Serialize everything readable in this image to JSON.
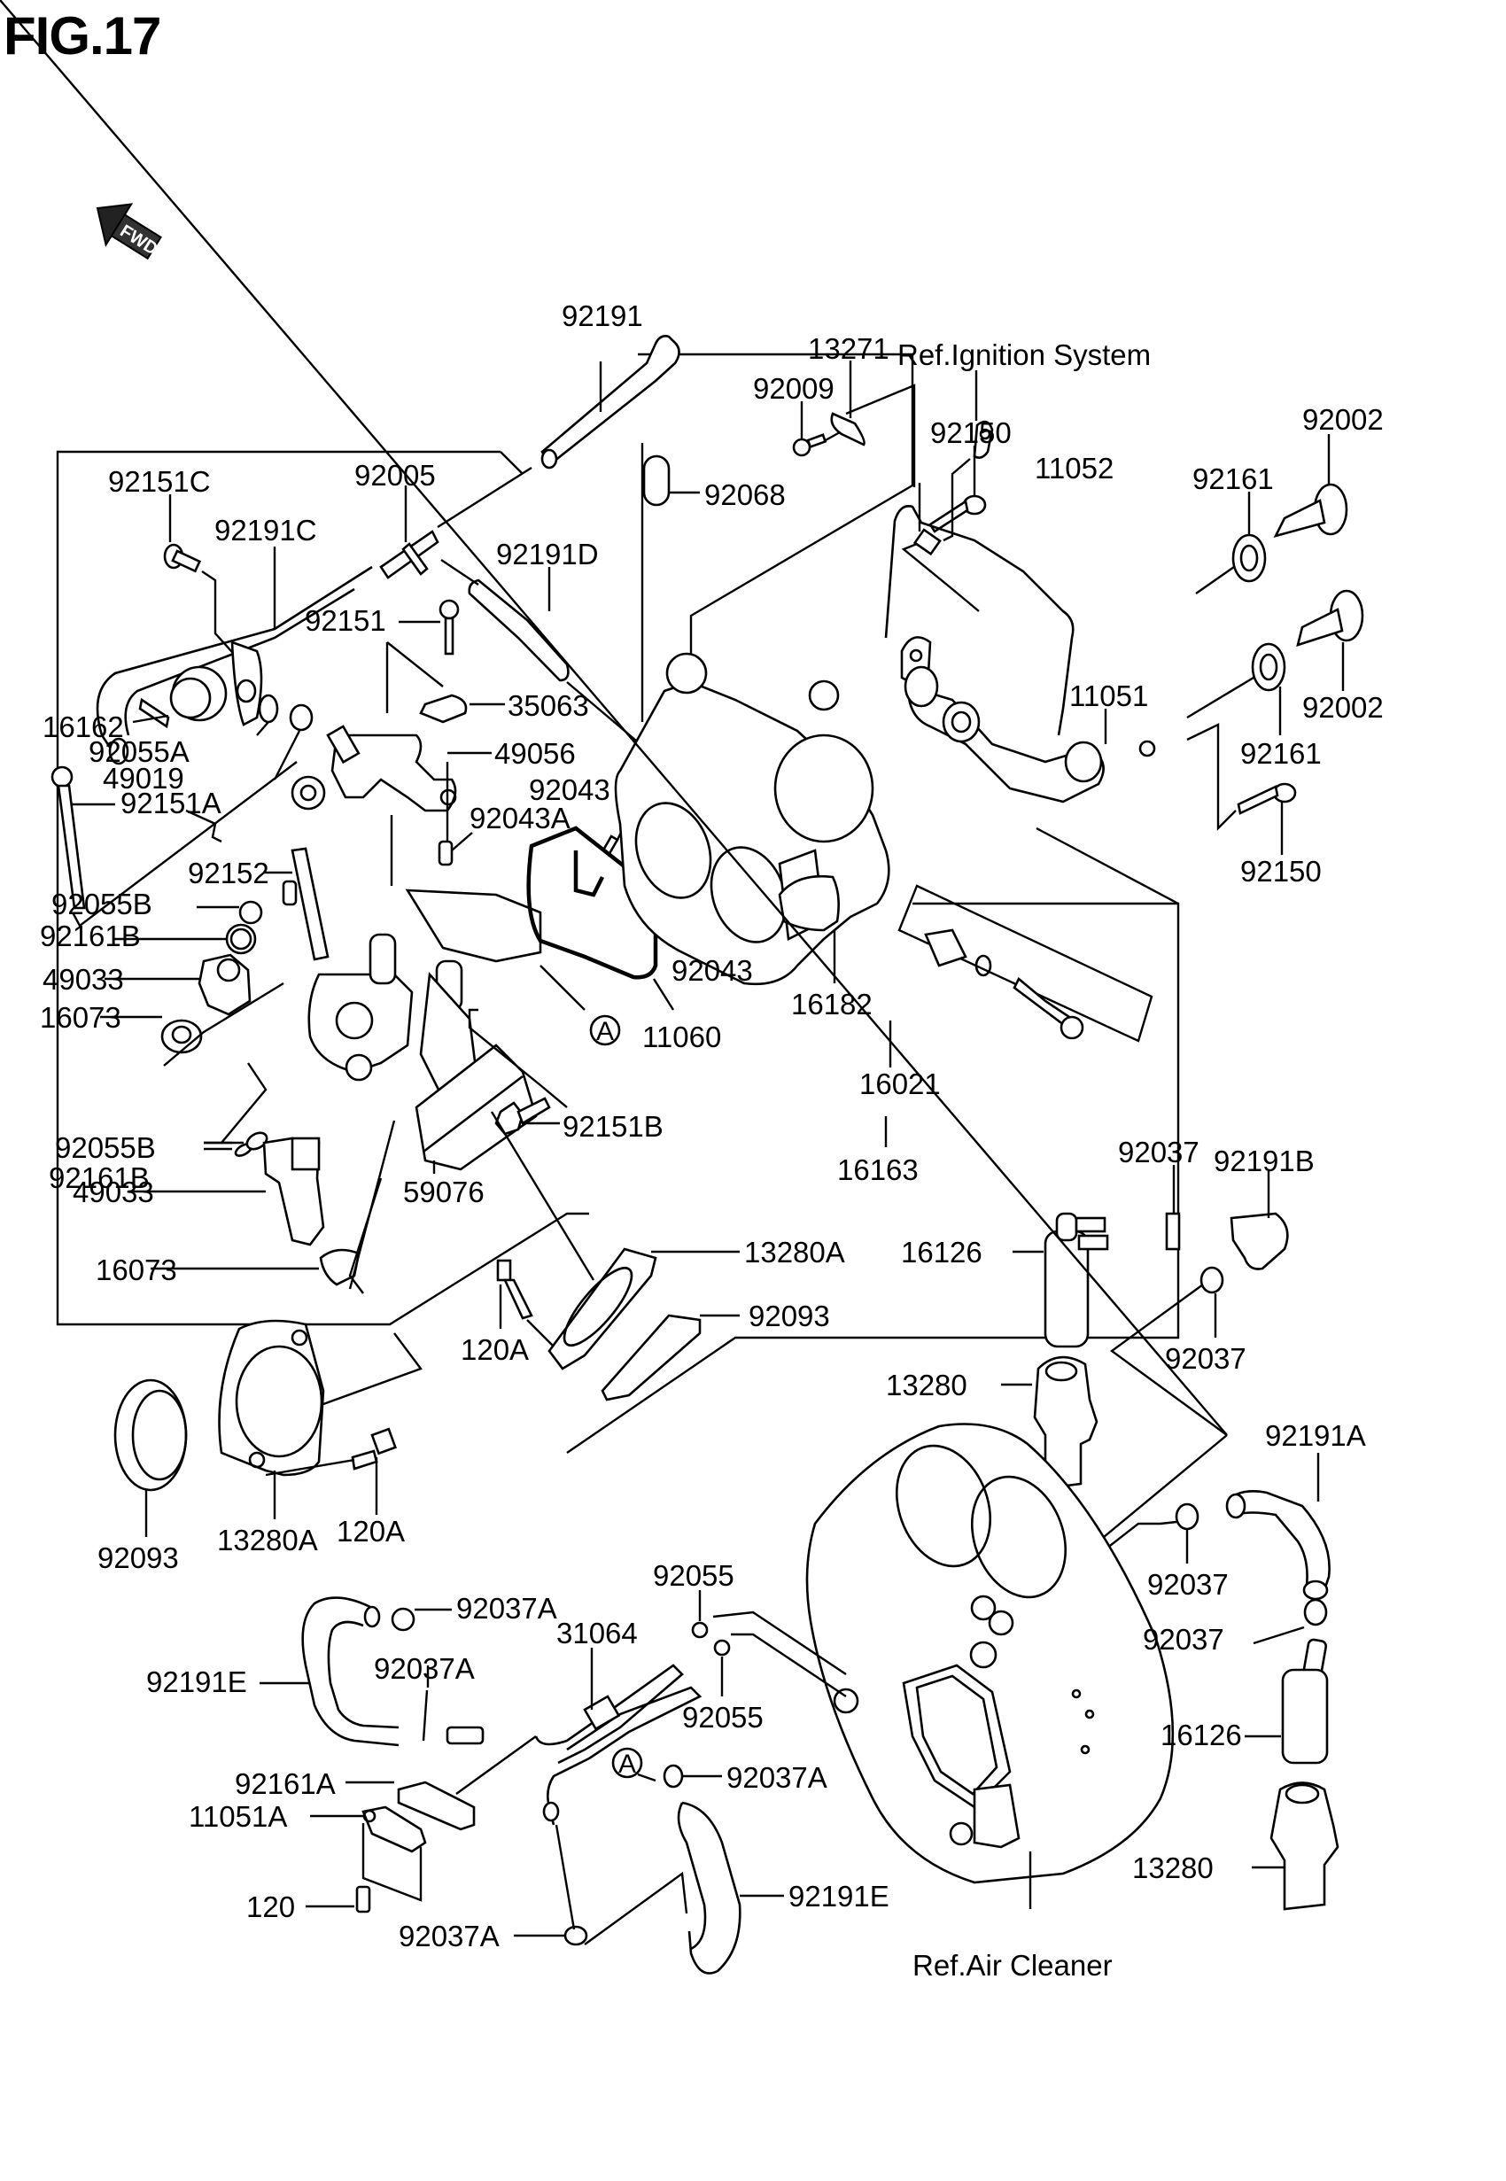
{
  "figure": {
    "title": "FIG.17",
    "direction_marker": "FWD",
    "reference_marker": "A"
  },
  "references": {
    "ignition": "Ref.Ignition System",
    "air_cleaner": "Ref.Air Cleaner"
  },
  "parts": {
    "p92191": "92191",
    "p13271": "13271",
    "p92009": "92009",
    "p92150_top": "92150",
    "p11052": "11052",
    "p92161_top": "92161",
    "p92002_top": "92002",
    "p92151C": "92151C",
    "p92005": "92005",
    "p92068": "92068",
    "p92191C": "92191C",
    "p92191D": "92191D",
    "p92151": "92151",
    "p35063": "35063",
    "p16162": "16162",
    "p92055A": "92055A",
    "p49019": "49019",
    "p49056": "49056",
    "p92151A": "92151A",
    "p92043_upper": "92043",
    "p92043A": "92043A",
    "p11051": "11051",
    "p92002_bottom": "92002",
    "p92161_bottom": "92161",
    "p92150_bottom": "92150",
    "p92152": "92152",
    "p92055B_upper": "92055B",
    "p92161B_upper": "92161B",
    "p49033_upper": "49033",
    "p16073_upper": "16073",
    "p92043_lower": "92043",
    "p11060": "11060",
    "p16182": "16182",
    "p16021": "16021",
    "p92055B_lower": "92055B",
    "p92161B_lower": "92161B",
    "p92151B": "92151B",
    "p16163": "16163",
    "p49033_lower": "49033",
    "p59076": "59076",
    "p92037_top": "92037",
    "p92191B": "92191B",
    "p16126_upper": "16126",
    "p16073_lower": "16073",
    "p13280A_upper": "13280A",
    "p120A_upper": "120A",
    "p92093_upper": "92093",
    "p92037_mid": "92037",
    "p13280_upper": "13280",
    "p92191A": "92191A",
    "p92093_lower": "92093",
    "p13280A_lower": "13280A",
    "p120A_lower": "120A",
    "p92037_right1": "92037",
    "p92037_right2": "92037",
    "p92037A_1": "92037A",
    "p92055_top": "92055",
    "p31064": "31064",
    "p92191E_left": "92191E",
    "p92037A_2": "92037A",
    "p92055_bottom": "92055",
    "p16126_lower": "16126",
    "p92161A": "92161A",
    "p92037A_3": "92037A",
    "p11051A": "11051A",
    "p92191E_right": "92191E",
    "p120": "120",
    "p92037A_4": "92037A",
    "p13280_lower": "13280"
  }
}
